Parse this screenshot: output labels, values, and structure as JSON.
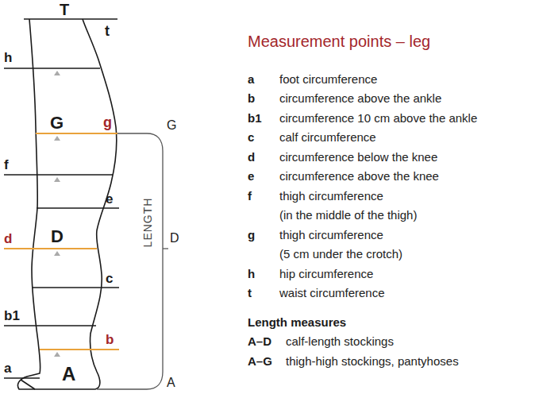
{
  "diagram": {
    "title": "Measurement points – leg",
    "labels": [
      "T",
      "t",
      "h",
      "G",
      "g",
      "G",
      "f",
      "e",
      "d",
      "D",
      "LENGTH",
      "D",
      "c",
      "b1",
      "b",
      "a",
      "A",
      "A",
      "a",
      "foot circumference",
      "b",
      "circumference above the ankle",
      "b1",
      "circumference 10 cm above the ankle",
      "c",
      "calf circumference",
      "d",
      "circumference below the knee",
      "e",
      "circumference above the knee",
      "f",
      "thigh circumference (in the middle of the thigh)",
      "g",
      "thigh circumference (5 cm under the crotch)",
      "h",
      "hip circumference",
      "t",
      "waist circumference",
      "Length measures",
      "A–D",
      "calf-length stockings",
      "A–G",
      "thigh-high stockings, pantyhoses"
    ]
  }
}
